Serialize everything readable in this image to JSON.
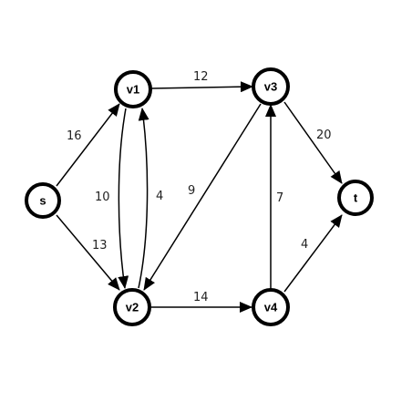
{
  "graph": {
    "nodes": [
      {
        "id": "s",
        "label": "s"
      },
      {
        "id": "v1",
        "label": "v1"
      },
      {
        "id": "v2",
        "label": "v2"
      },
      {
        "id": "v3",
        "label": "v3"
      },
      {
        "id": "v4",
        "label": "v4"
      },
      {
        "id": "t",
        "label": "t"
      }
    ],
    "edges": [
      {
        "id": "s-v1",
        "from": "s",
        "to": "v1",
        "capacity": "16"
      },
      {
        "id": "s-v2",
        "from": "s",
        "to": "v2",
        "capacity": "13"
      },
      {
        "id": "v1-v2",
        "from": "v1",
        "to": "v2",
        "capacity": "10"
      },
      {
        "id": "v2-v1",
        "from": "v2",
        "to": "v1",
        "capacity": "4"
      },
      {
        "id": "v1-v3",
        "from": "v1",
        "to": "v3",
        "capacity": "12"
      },
      {
        "id": "v3-v2",
        "from": "v3",
        "to": "v2",
        "capacity": "9"
      },
      {
        "id": "v2-v4",
        "from": "v2",
        "to": "v4",
        "capacity": "14"
      },
      {
        "id": "v4-v3",
        "from": "v4",
        "to": "v3",
        "capacity": "7"
      },
      {
        "id": "v3-t",
        "from": "v3",
        "to": "t",
        "capacity": "20"
      },
      {
        "id": "v4-t",
        "from": "v4",
        "to": "t",
        "capacity": "4"
      }
    ]
  }
}
